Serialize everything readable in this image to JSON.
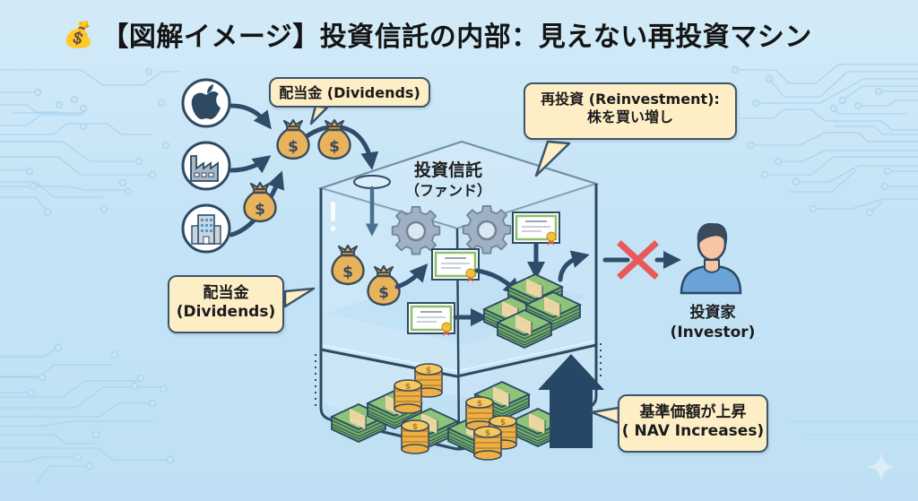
{
  "title": {
    "icon": "money-bag-icon",
    "icon_glyph": "💰",
    "text": "【図解イメージ】投資信託の内部：見えない再投資マシン"
  },
  "sources": [
    {
      "name": "apple-company",
      "icon": "apple-logo-icon"
    },
    {
      "name": "factory-company",
      "icon": "factory-icon"
    },
    {
      "name": "office-company",
      "icon": "office-building-icon"
    }
  ],
  "bubbles": {
    "dividends_top": "配当金 (Dividends)",
    "reinvestment_line1": "再投資 (Reinvestment):",
    "reinvestment_line2": "株を買い増し",
    "dividends_left_line1": "配当金",
    "dividends_left_line2": "(Dividends)",
    "nav_line1": "基準価額が上昇",
    "nav_line2": "( NAV Increases)"
  },
  "fund": {
    "title": "投資信託",
    "subtitle": "（ファンド）"
  },
  "investor": {
    "label_jp": "投資家",
    "label_en": "(Investor)",
    "blocked_icon": "red-x-icon"
  },
  "colors": {
    "background": "#c4e3f6",
    "bubble_fill": "#fdeec6",
    "outline": "#2e4a63",
    "arrow": "#2f4d6b",
    "bag_gold": "#e8b35a",
    "cash_green": "#7fb86a",
    "coin_gold": "#f0b84a",
    "red_x": "#e85a5a",
    "investor_shirt": "#6aa3d8"
  }
}
